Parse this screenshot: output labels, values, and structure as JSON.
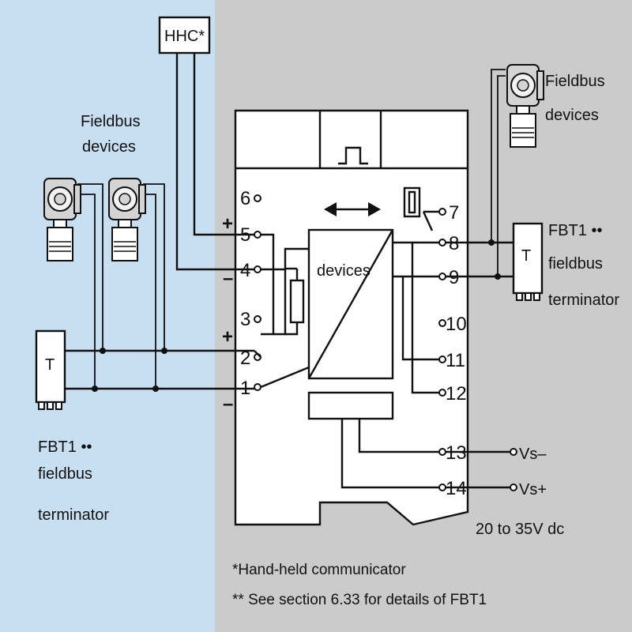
{
  "hhc_label": "HHC*",
  "left": {
    "devices_label": [
      "Fieldbus",
      "devices"
    ],
    "terminator_symbol": "T",
    "terminator_label": [
      "FBT1 ••",
      "fieldbus",
      "terminator"
    ]
  },
  "right": {
    "devices_label": [
      "Fieldbus",
      "devices"
    ],
    "terminator_symbol": "T",
    "terminator_label": [
      "FBT1 ••",
      "fieldbus",
      "terminator"
    ]
  },
  "module": {
    "center_label": "devices"
  },
  "terminals": {
    "left": [
      "6",
      "5",
      "4",
      "3",
      "2",
      "1"
    ],
    "right": [
      "7",
      "8",
      "9",
      "10",
      "11",
      "12",
      "13",
      "14"
    ]
  },
  "polarity": {
    "hhc_plus": "+",
    "hhc_minus": "–",
    "bus_plus": "+",
    "bus_minus": "–"
  },
  "supply": {
    "vs_minus": "Vs–",
    "vs_plus": "Vs+",
    "range": "20 to 35V dc"
  },
  "footnotes": [
    "*Hand-held communicator",
    "** See section 6.33 for details of FBT1"
  ],
  "colors": {
    "hazardous_area": "#c7dff0",
    "safe_area": "#cbcbcb",
    "line": "#111111"
  }
}
